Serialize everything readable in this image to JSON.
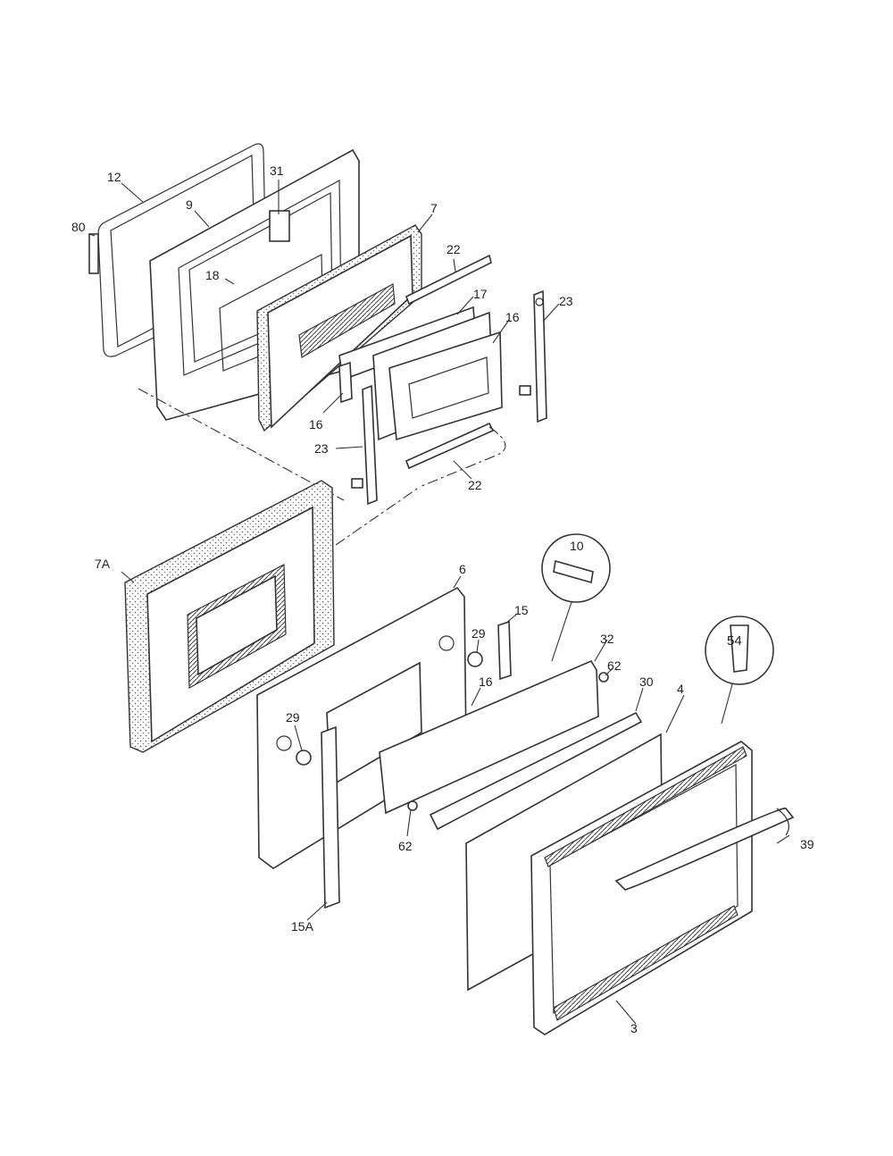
{
  "labels": {
    "l80": "80",
    "l12": "12",
    "l9": "9",
    "l31": "31",
    "l7": "7",
    "l18": "18",
    "l22a": "22",
    "l17": "17",
    "l16a": "16",
    "l23a": "23",
    "l16b": "16",
    "l23b": "23",
    "l22b": "22",
    "l7A": "7A",
    "l10": "10",
    "l6": "6",
    "l15": "15",
    "l29a": "29",
    "l32": "32",
    "l54": "54",
    "l62a": "62",
    "l16c": "16",
    "l30": "30",
    "l4": "4",
    "l29b": "29",
    "l62b": "62",
    "l39": "39",
    "l15A": "15A",
    "l3": "3"
  }
}
